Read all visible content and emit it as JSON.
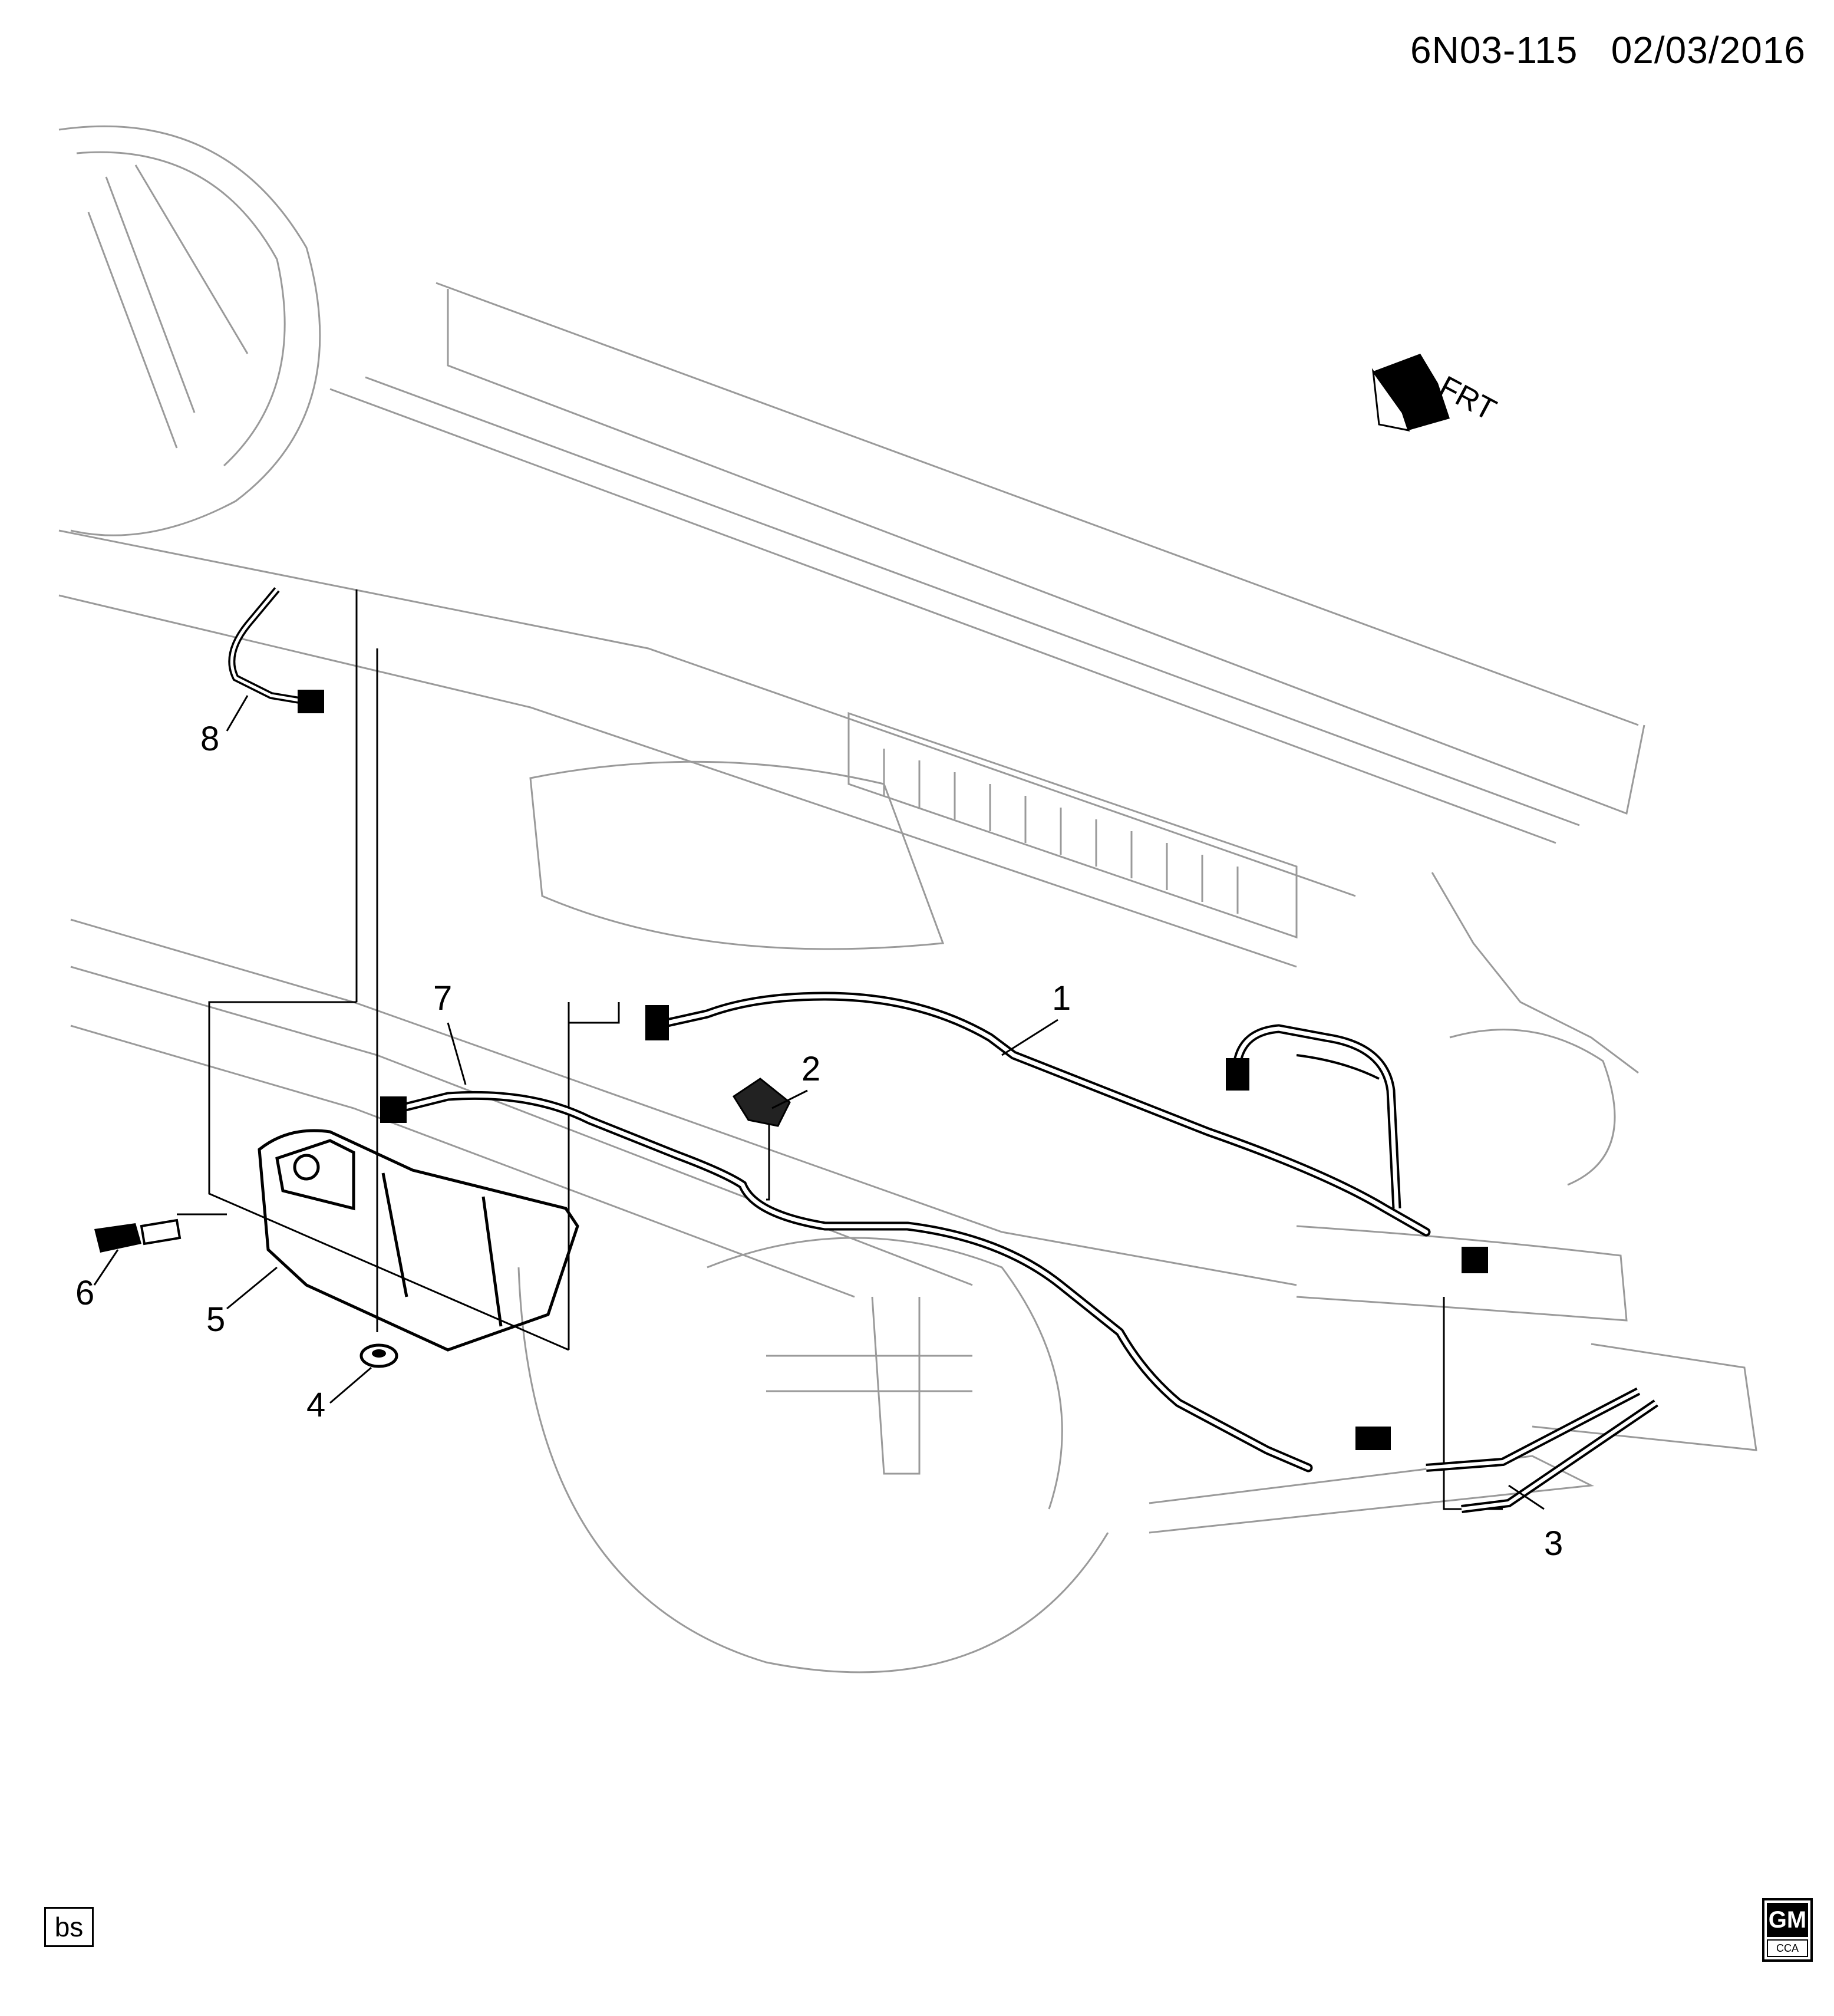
{
  "header": {
    "doc_id": "6N03-115",
    "date": "02/03/2016"
  },
  "orientation": {
    "label": "FRT",
    "icon": "front-arrow-icon"
  },
  "callouts": [
    "1",
    "2",
    "3",
    "4",
    "5",
    "6",
    "7",
    "8"
  ],
  "footer": {
    "bs_label": "bs",
    "logo": {
      "top": "GM",
      "bottom": "CCA"
    }
  },
  "colors": {
    "line": "#000000",
    "faint": "#9a9a9a",
    "background": "#ffffff"
  }
}
